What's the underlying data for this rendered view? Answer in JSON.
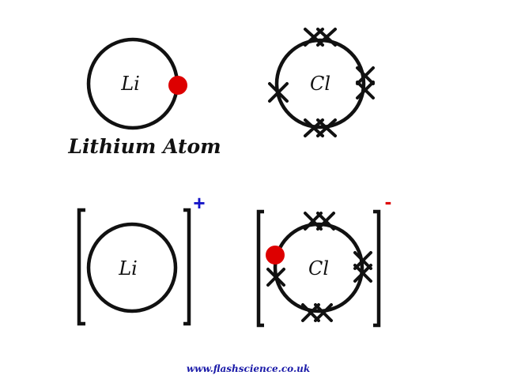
{
  "atoms": {
    "lithium": {
      "symbol": "Li",
      "caption": "Lithium Atom"
    },
    "chlorine": {
      "symbol": "Cl"
    }
  },
  "ions": {
    "lithium": {
      "symbol": "Li",
      "charge": "+"
    },
    "chloride": {
      "symbol": "Cl",
      "charge": "-"
    }
  },
  "footer": {
    "website": "www.flashscience.co.uk"
  },
  "colors": {
    "ink": "#111111",
    "transferred_electron": "#dd0000",
    "positive_charge": "#1515c8",
    "negative_charge": "#dd0000",
    "website": "#1a1aa8"
  }
}
